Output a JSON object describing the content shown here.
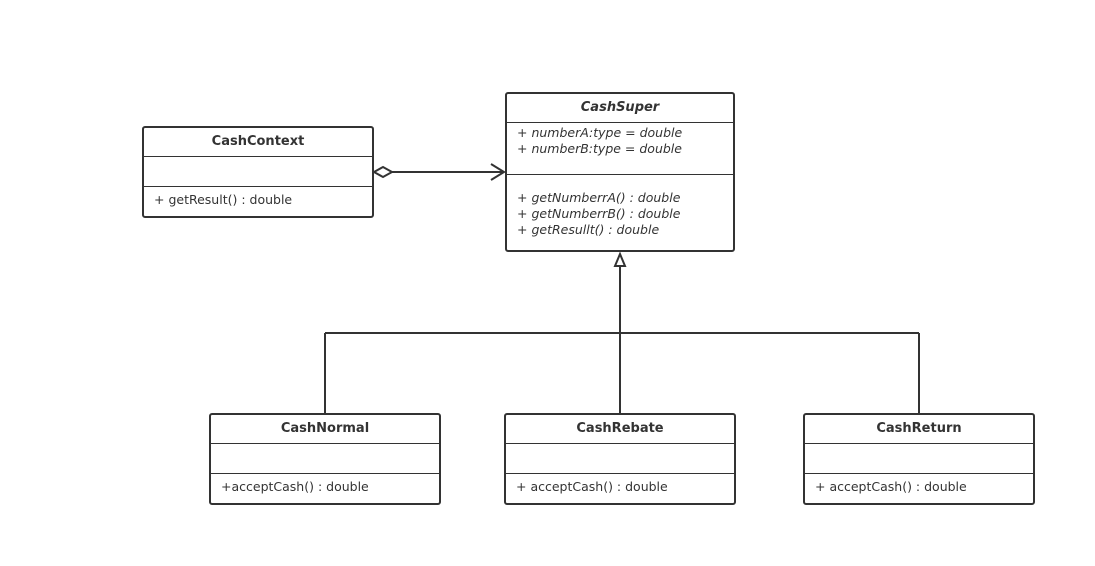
{
  "classes": {
    "cashsuper": {
      "name": "CashSuper",
      "attributes": [
        "+ numberA:type = double",
        "+ numberB:type = double"
      ],
      "operations": [
        "+ getNumberrA() : double",
        "+ getNumberrB() : double",
        "+ getResullt() : double"
      ]
    },
    "cashcontext": {
      "name": "CashContext",
      "operations": [
        "+ getResult() : double"
      ]
    },
    "cashnormal": {
      "name": "CashNormal",
      "operations": [
        "+acceptCash() : double"
      ]
    },
    "cashrebate": {
      "name": "CashRebate",
      "operations": [
        "+ acceptCash() : double"
      ]
    },
    "cashreturn": {
      "name": "CashReturn",
      "operations": [
        "+ acceptCash() : double"
      ]
    }
  },
  "relationships": [
    {
      "type": "aggregation",
      "from": "CashContext",
      "to": "CashSuper"
    },
    {
      "type": "generalization",
      "from": "CashNormal",
      "to": "CashSuper"
    },
    {
      "type": "generalization",
      "from": "CashRebate",
      "to": "CashSuper"
    },
    {
      "type": "generalization",
      "from": "CashReturn",
      "to": "CashSuper"
    }
  ],
  "colors": {
    "stroke": "#333333",
    "background": "#ffffff"
  }
}
